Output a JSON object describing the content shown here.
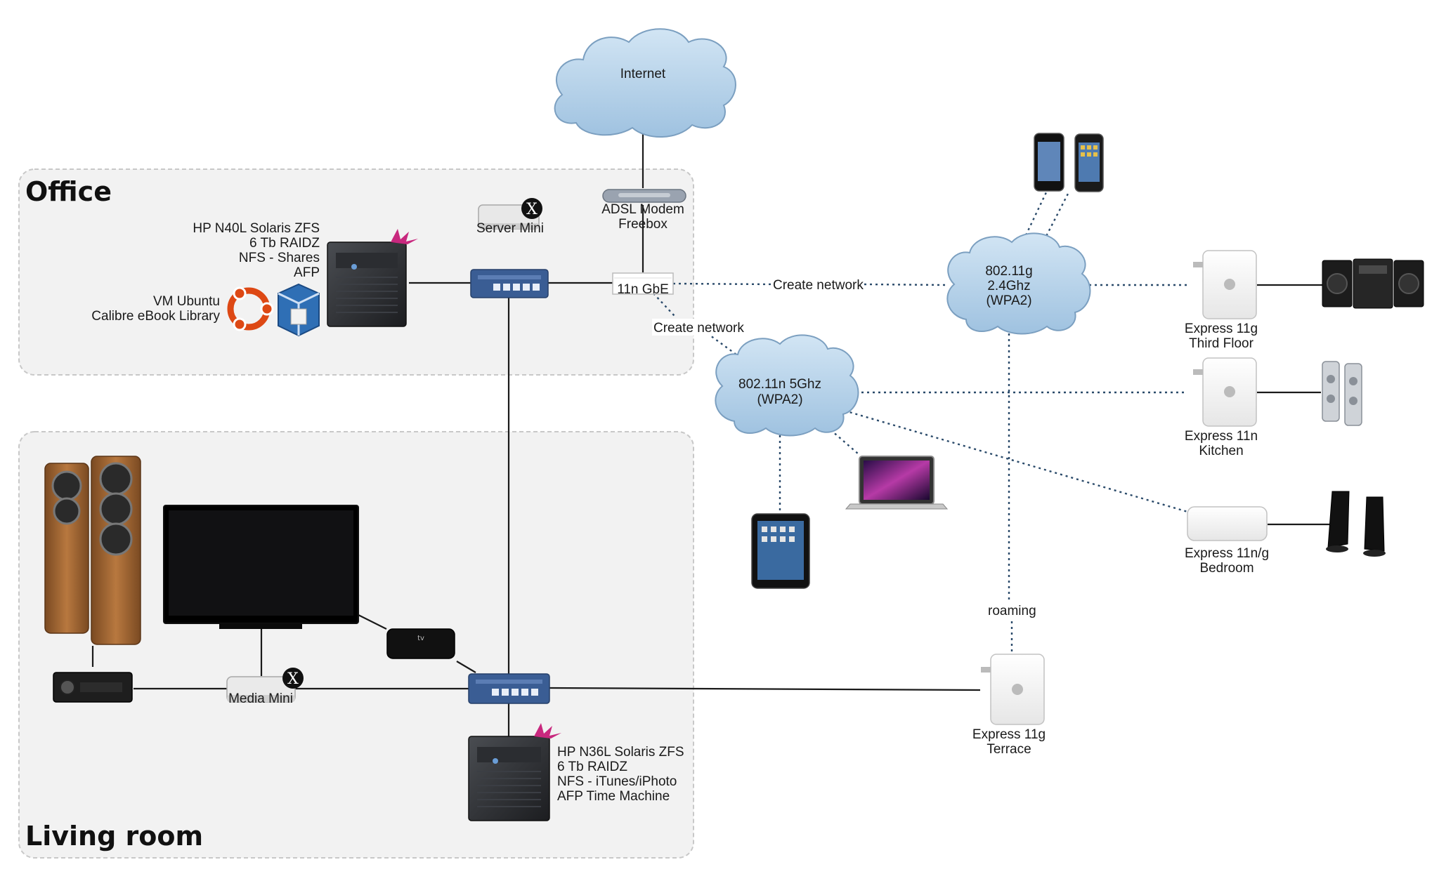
{
  "zones": {
    "office": "Office",
    "living_room": "Living room"
  },
  "clouds": {
    "internet": "Internet",
    "wifi_24": [
      "802.11g",
      "2.4Ghz",
      "(WPA2)"
    ],
    "wifi_5": [
      "802.11n 5Ghz",
      "(WPA2)"
    ]
  },
  "devices": {
    "adsl_modem": [
      "ADSL Modem",
      "Freebox"
    ],
    "server_mini": "Server Mini",
    "media_mini": "Media Mini",
    "router_11n": "11n GbE",
    "nas_office": [
      "HP N40L Solaris ZFS",
      "6 Tb RAIDZ",
      "NFS - Shares",
      "AFP"
    ],
    "vm_ubuntu": [
      "VM Ubuntu",
      "Calibre eBook Library"
    ],
    "nas_living": [
      "HP N36L Solaris ZFS",
      "6 Tb RAIDZ",
      "NFS - iTunes/iPhoto",
      "AFP Time Machine"
    ],
    "express_third_floor": [
      "Express 11g",
      "Third Floor"
    ],
    "express_kitchen": [
      "Express 11n",
      "Kitchen"
    ],
    "express_bedroom": [
      "Express 11n/g",
      "Bedroom"
    ],
    "express_terrace": [
      "Express 11g",
      "Terrace"
    ],
    "x_badge": "X"
  },
  "edge_labels": {
    "create_network_24": "Create network",
    "create_network_5": "Create network",
    "roaming": "roaming"
  },
  "colors": {
    "cloud_fill": "#b7d3ea",
    "cloud_stroke": "#7b9fc0",
    "zone_fill": "#f2f2f2",
    "zone_stroke": "#c8c8c8",
    "switch_blue": "#3a5d94",
    "dotted_link": "#2a4a6a"
  }
}
